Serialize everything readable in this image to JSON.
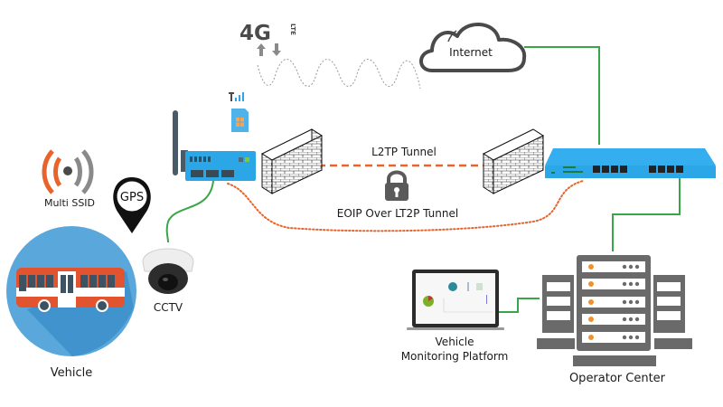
{
  "diagram": {
    "type": "network-topology",
    "nodes": {
      "lte": {
        "label_main": "4G",
        "label_sub": "LTE",
        "icon": "4g-lte-icon"
      },
      "internet": {
        "label": "Internet",
        "icon": "cloud-icon"
      },
      "router": {
        "icon": "lte-router-icon",
        "sim_icon": "sim-card-icon",
        "signal_icon": "signal-bars-icon"
      },
      "firewall_left": {
        "icon": "firewall-brick-wall-icon"
      },
      "firewall_right": {
        "icon": "firewall-brick-wall-icon"
      },
      "switch": {
        "icon": "network-switch-icon"
      },
      "multi_ssid": {
        "label": "Multi SSID",
        "icon": "wifi-broadcast-icon"
      },
      "gps": {
        "label": "GPS",
        "icon": "map-pin-icon"
      },
      "vehicle": {
        "label": "Vehicle",
        "icon": "bus-icon"
      },
      "cctv": {
        "label": "CCTV",
        "icon": "dome-camera-icon"
      },
      "monitoring": {
        "label_line1": "Vehicle",
        "label_line2": "Monitoring Platform",
        "icon": "laptop-dashboard-icon"
      },
      "operator": {
        "label": "Operator Center",
        "icon": "server-rack-icon"
      }
    },
    "links": [
      {
        "from": "router",
        "to": "firewall_left",
        "style": "none"
      },
      {
        "from": "firewall_left",
        "to": "firewall_right",
        "label": "L2TP Tunnel",
        "style": "dashed",
        "color": "#e8642a"
      },
      {
        "from": "router",
        "to": "switch",
        "label": "EOIP Over LT2P Tunnel",
        "style": "dotted",
        "color": "#e8642a"
      },
      {
        "from": "internet",
        "to": "switch",
        "style": "solid",
        "color": "#3aa64a"
      },
      {
        "from": "switch",
        "to": "operator",
        "style": "solid",
        "color": "#3aa64a"
      },
      {
        "from": "operator",
        "to": "monitoring",
        "style": "solid",
        "color": "#3aa64a"
      },
      {
        "from": "router",
        "to": "cctv",
        "style": "solid-curve",
        "color": "#3aa64a"
      },
      {
        "from": "lte",
        "to": "internet",
        "style": "wave",
        "color": "#9a9a9a"
      }
    ],
    "tunnel_lock_icon": "padlock-icon",
    "colors": {
      "accent_blue": "#2ba6e6",
      "tunnel_orange": "#e8642a",
      "link_green": "#3aa64a",
      "icon_gray": "#5a5a5a",
      "server_orange": "#f0912d",
      "vehicle_circle": "#5aa7dc",
      "bus_red": "#e2532f"
    }
  }
}
